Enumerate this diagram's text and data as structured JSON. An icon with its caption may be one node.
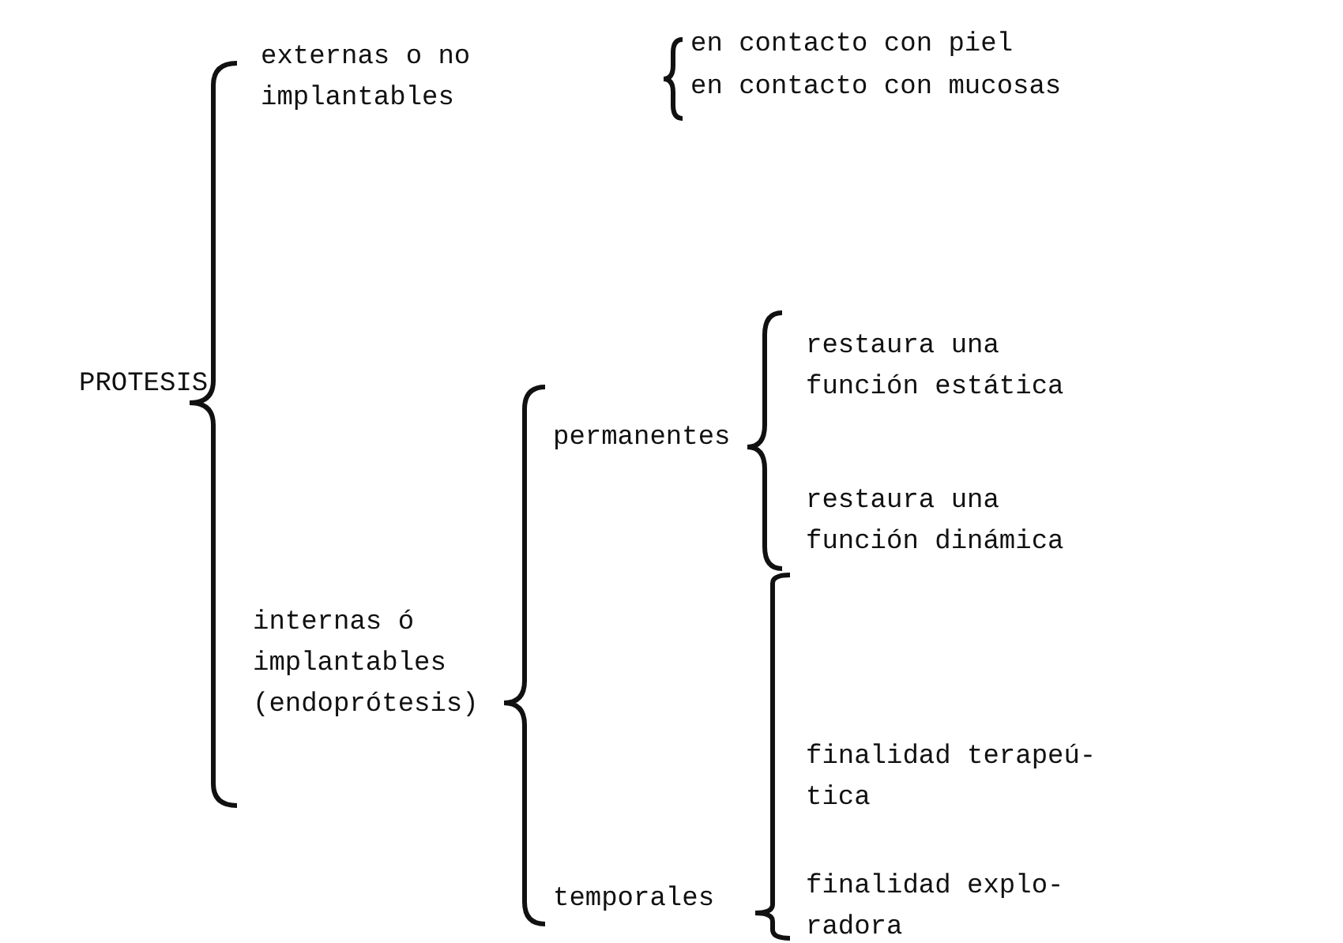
{
  "diagram": {
    "labels": [
      "PROTESIS",
      "externas o no implantables",
      "en contacto con piel",
      "en contacto con mucosas",
      "internas ó implantables (endoprótesis)",
      "permanentes",
      "restaura una función estática",
      "restaura una función dinámica",
      "temporales",
      "finalidad terapeú- tica",
      "finalidad explo- radora"
    ]
  }
}
